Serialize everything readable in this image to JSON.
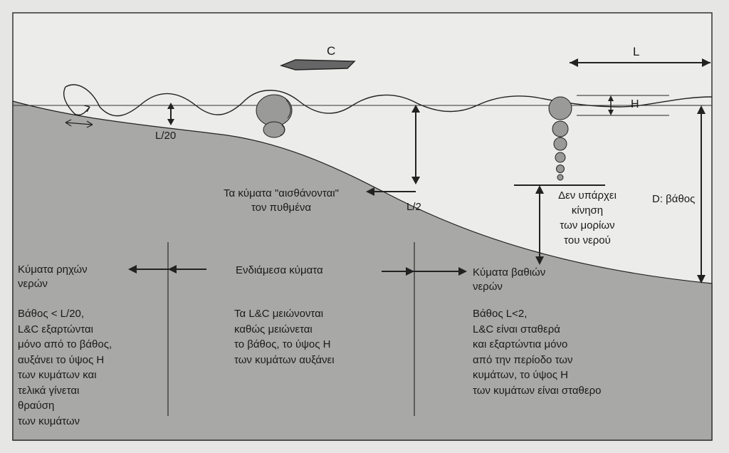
{
  "labels": {
    "c": "C",
    "l": "L",
    "h": "H",
    "l20": "L/20",
    "l2": "L/2",
    "feel_bottom_1": "Τα κύματα \"αισθάνονται\"",
    "feel_bottom_2": "τον πυθμένα",
    "no_motion_1": "Δεν υπάρχει",
    "no_motion_2": "κίνηση",
    "no_motion_3": "των μορίων",
    "no_motion_4": "του νερού",
    "depth": "D: βάθος"
  },
  "zones": {
    "shallow": {
      "title_1": "Κύματα ρηχών",
      "title_2": "νερών",
      "desc": [
        "Βάθος < L/20,",
        "L&C εξαρτώνται",
        "μόνο από το βάθος,",
        "αυξάνει το ύψος H",
        "των κυμάτων και",
        "τελικά γίνεται",
        "θραύση",
        "των κυμάτων"
      ]
    },
    "intermediate": {
      "title": "Ενδιάμεσα κύματα",
      "desc": [
        "Τα L&C μειώνονται",
        "καθώς μειώνεται",
        "το βάθος, το ύψος H",
        "των κυμάτων αυξάνει"
      ]
    },
    "deep": {
      "title_1": "Κύματα βαθιών",
      "title_2": "νερών",
      "desc": [
        "Βάθος L<2,",
        "L&C είναι σταθερά",
        "και εξαρτώντια μόνο",
        "από την περίοδο των",
        "κυμάτων, το ύψος H",
        "των κυμάτων είναι σταθερο"
      ]
    }
  },
  "colors": {
    "sea_floor": "#a8a8a6",
    "water": "#ececea",
    "ink": "#1a1a1a",
    "orbit": "#9a9a98"
  }
}
